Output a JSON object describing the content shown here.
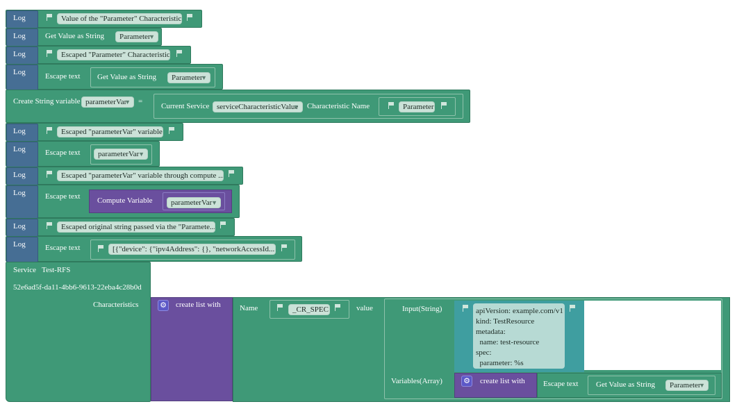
{
  "log_label": "Log",
  "blocks": {
    "log1_text": "Value of the \"Parameter\" Characteristic:",
    "log2_label": "Get Value as String",
    "log2_dropdown": "Parameter",
    "log3_text": "Escaped \"Parameter\" Characteristic:",
    "log4_escape": "Escape text",
    "log4_get": "Get Value as String",
    "log4_dropdown": "Parameter",
    "create_label": "Create String variable",
    "create_var": "parameterVar",
    "equals": "=",
    "current_service": "Current Service",
    "service_dropdown": "serviceCharacteristicValue",
    "char_name_label": "Characteristic Name",
    "char_name_value": "Parameter",
    "log5_text": "Escaped \"parameterVar\" variable:",
    "log6_escape": "Escape text",
    "log6_dropdown": "parameterVar",
    "log7_text": "Escaped \"parameterVar\" variable through compute ...",
    "log8_escape": "Escape text",
    "log8_compute": "Compute Variable",
    "log8_dropdown": "parameterVar",
    "log9_text": "Escaped original string passed via the \"Paramete...",
    "log10_escape": "Escape text",
    "log10_text": "[{\"device\": {\"ipv4Address\": {}, \"networkAccessId..."
  },
  "service": {
    "label": "Service",
    "name": "Test-RFS",
    "id": "52e6ad5f-da11-4bb6-9613-22eba4c28b0d",
    "characteristics_label": "Characteristics",
    "create_list": "create list with",
    "name_label": "Name",
    "name_value": "_CR_SPEC",
    "value_label": "value",
    "input_label": "Input(String)",
    "yaml": "apiVersion: example.com/v1\nkind: TestResource\nmetadata:\n  name: test-resource\nspec:\n  parameter: %s",
    "variables_label": "Variables(Array)",
    "create_list2": "create list with",
    "escape_text": "Escape text",
    "get_value": "Get Value as String",
    "get_dropdown": "Parameter"
  },
  "icons": {
    "flag": "flag-icon",
    "gear": "gear-icon",
    "dropdown": "chevron-down-icon"
  },
  "colors": {
    "log_block": "#466e94",
    "green_block": "#3f9977",
    "purple_block": "#6a4f9e",
    "teal_block": "#3f9ea0"
  }
}
